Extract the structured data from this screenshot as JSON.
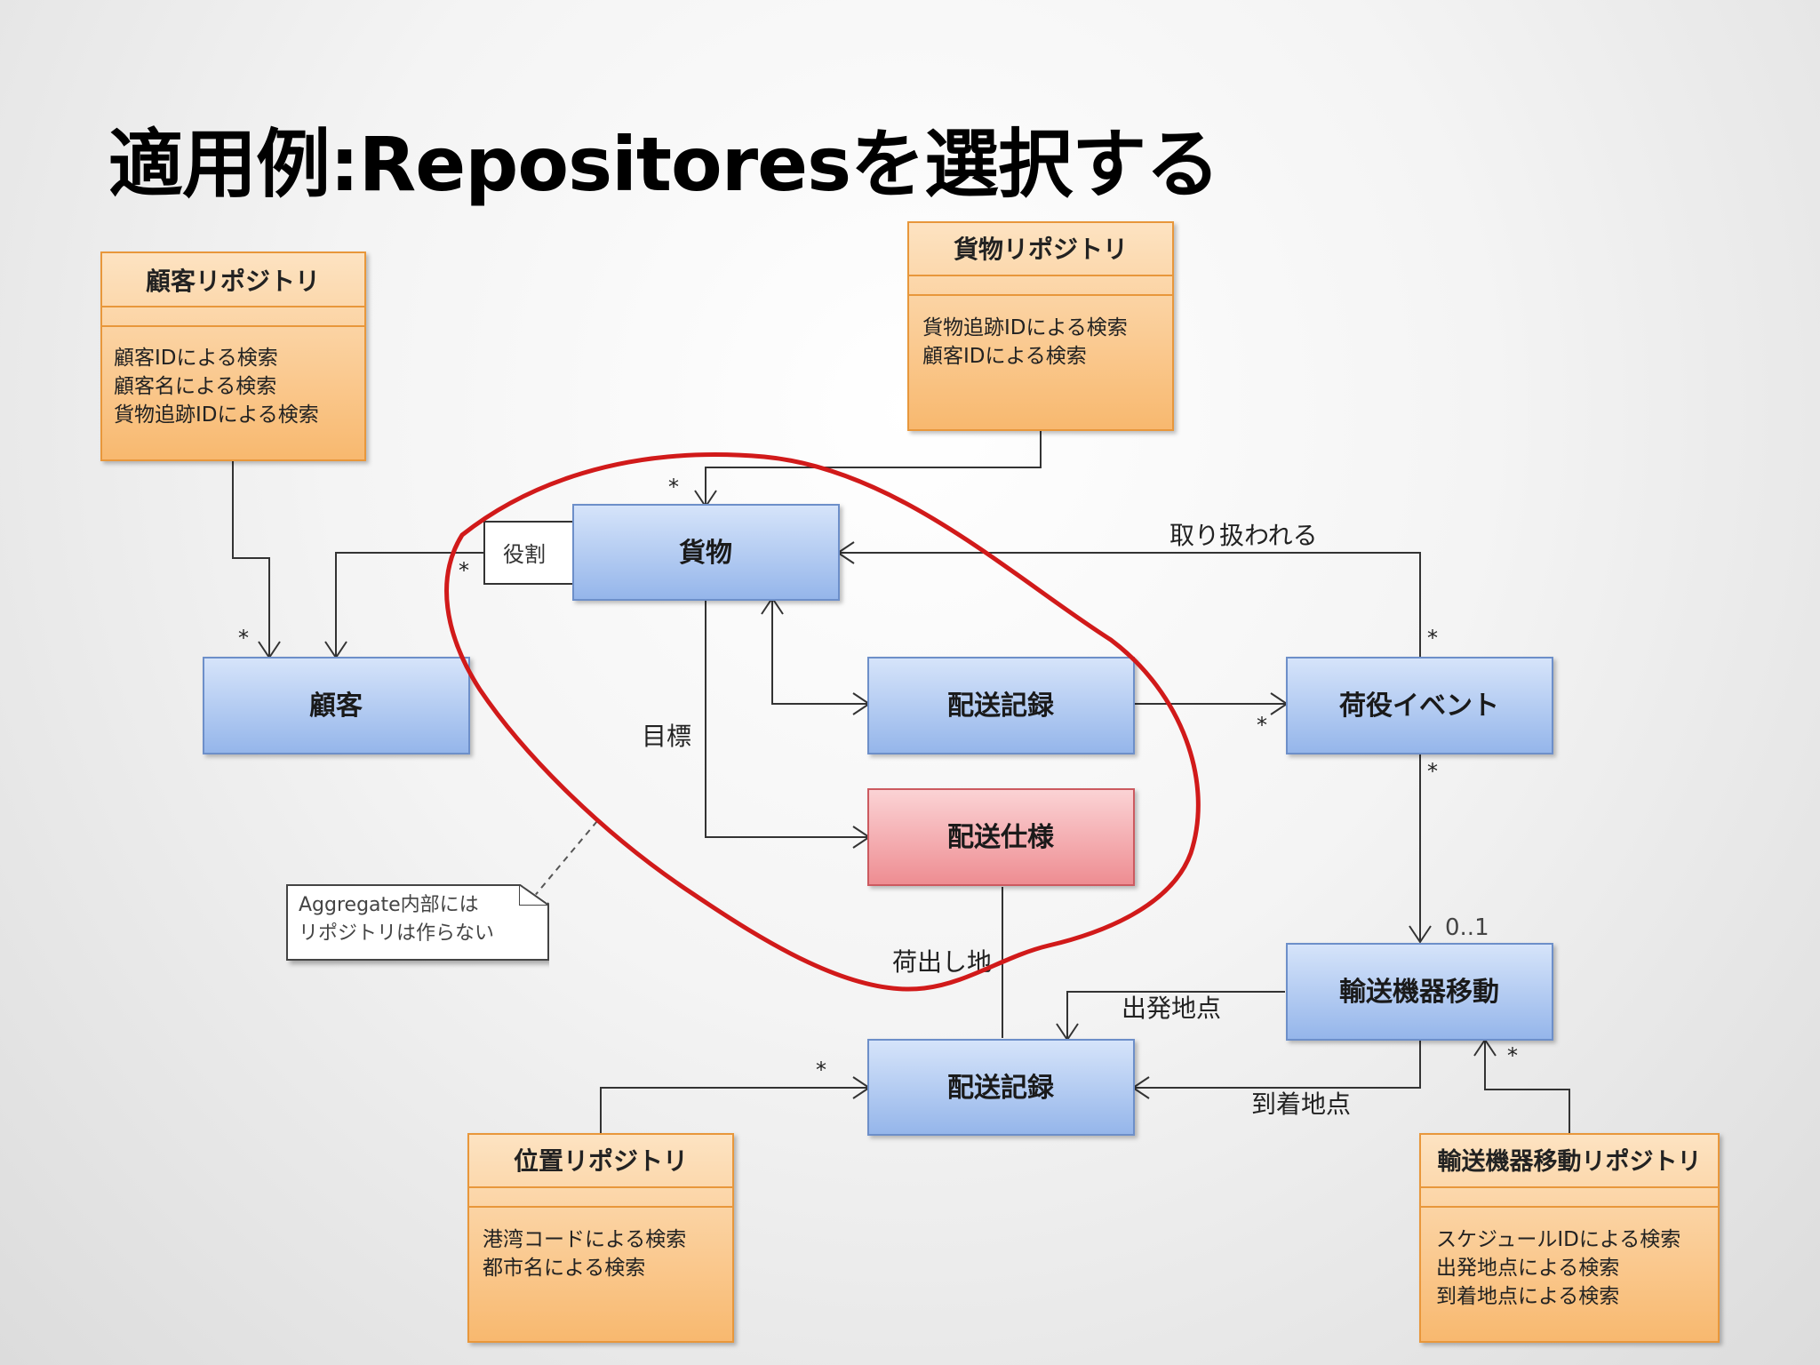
{
  "title": "適用例:Repositoresを選択する",
  "repositories": {
    "customer_repo": {
      "name": "顧客リポジトリ",
      "ops": [
        "顧客IDによる検索",
        "顧客名による検索",
        "貨物追跡IDによる検索"
      ]
    },
    "cargo_repo": {
      "name": "貨物リポジトリ",
      "ops": [
        "貨物追跡IDによる検索",
        "顧客IDによる検索"
      ]
    },
    "location_repo": {
      "name": "位置リポジトリ",
      "ops": [
        "港湾コードによる検索",
        "都市名による検索"
      ]
    },
    "carrier_repo": {
      "name": "輸送機器移動リポジトリ",
      "ops": [
        "スケジュールIDによる検索",
        "出発地点による検索",
        "到着地点による検索"
      ]
    }
  },
  "classes": {
    "cargo": "貨物",
    "customer": "顧客",
    "delivery_history": "配送記録",
    "delivery_spec": "配送仕様",
    "handling_event": "荷役イベント",
    "carrier_movement": "輸送機器移動",
    "location": "配送記録"
  },
  "labels": {
    "role": "役割",
    "goal": "目標",
    "handled": "取り扱われる",
    "origin": "荷出し地",
    "departure": "出発地点",
    "arrival": "到着地点",
    "star": "*",
    "zero_one": "0..1"
  },
  "note": {
    "line1": "Aggregate内部には",
    "line2": "リポジトリは作らない"
  },
  "colors": {
    "repo_fill": "#fbc68a",
    "repo_border": "#e8973a",
    "class_fill": "#a9c6f0",
    "class_border": "#6d8fc9",
    "spec_fill": "#f3a0a4",
    "spec_border": "#cc5a60",
    "highlight": "#d11a1a"
  }
}
